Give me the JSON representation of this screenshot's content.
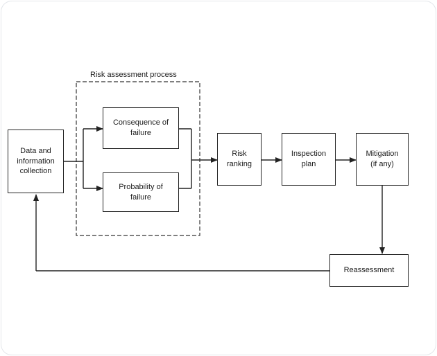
{
  "diagram": {
    "group_label": "Risk assessment process",
    "nodes": {
      "data_collection": "Data and\ninformation\ncollection",
      "consequence": "Consequence of\nfailure",
      "probability": "Probability of\nfailure",
      "risk_ranking": "Risk\nranking",
      "inspection_plan": "Inspection\nplan",
      "mitigation": "Mitigation\n(if any)",
      "reassessment": "Reassessment"
    }
  }
}
